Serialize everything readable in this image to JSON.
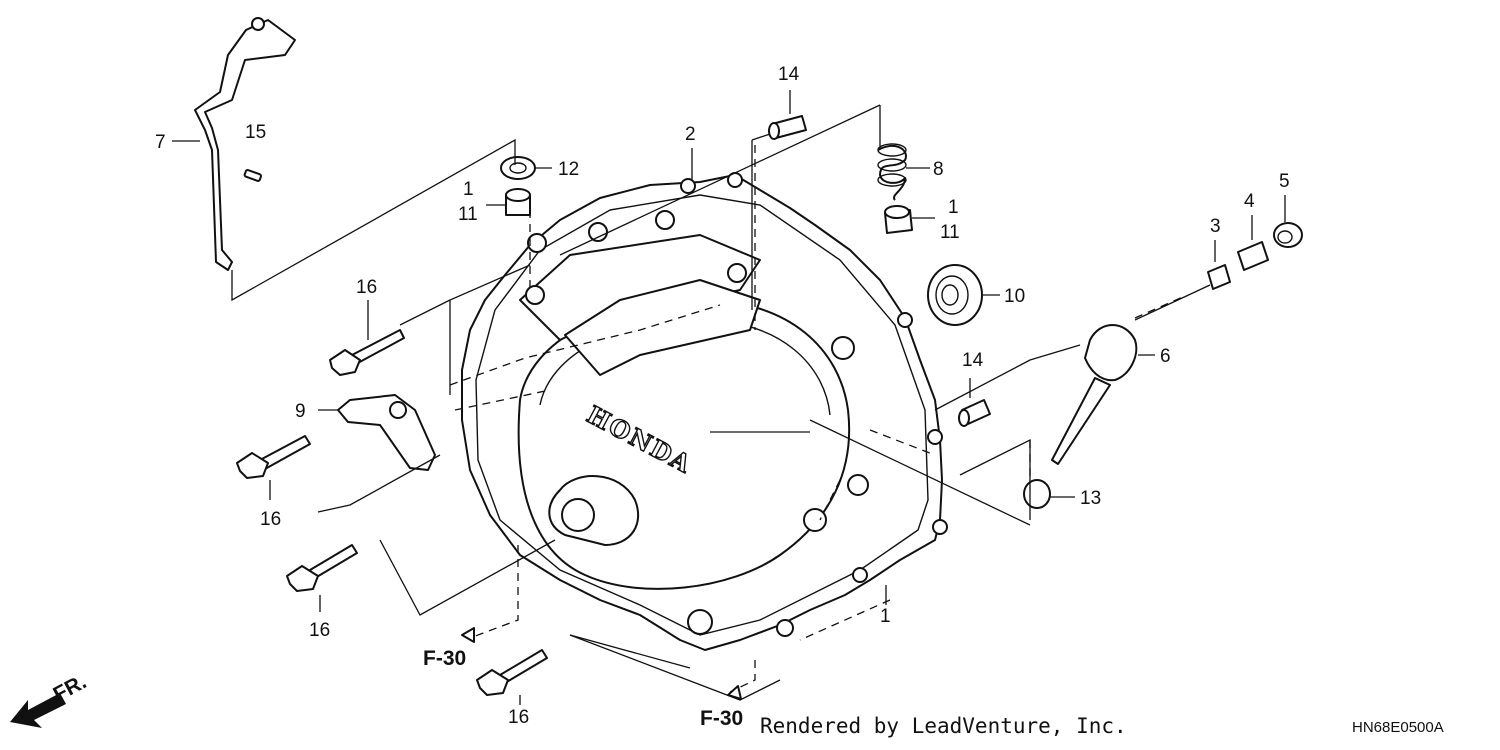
{
  "diagram": {
    "brand_text": "HONDA",
    "direction_label": "FR.",
    "callouts": {
      "p1_top": "1",
      "p1_right": "1",
      "p1_bottom": "1",
      "p2": "2",
      "p3": "3",
      "p4": "4",
      "p5": "5",
      "p6": "6",
      "p7": "7",
      "p8": "8",
      "p9": "9",
      "p10": "10",
      "p11_left": "11",
      "p11_right": "11",
      "p12": "12",
      "p13": "13",
      "p14_top": "14",
      "p14_mid": "14",
      "p15": "15",
      "p16_a": "16",
      "p16_b": "16",
      "p16_c": "16",
      "p16_d": "16"
    },
    "refs": {
      "f30_left": "F-30",
      "f30_bottom": "F-30"
    }
  },
  "footer": {
    "credit": "Rendered by LeadVenture, Inc.",
    "diagram_code": "HN68E0500A"
  }
}
